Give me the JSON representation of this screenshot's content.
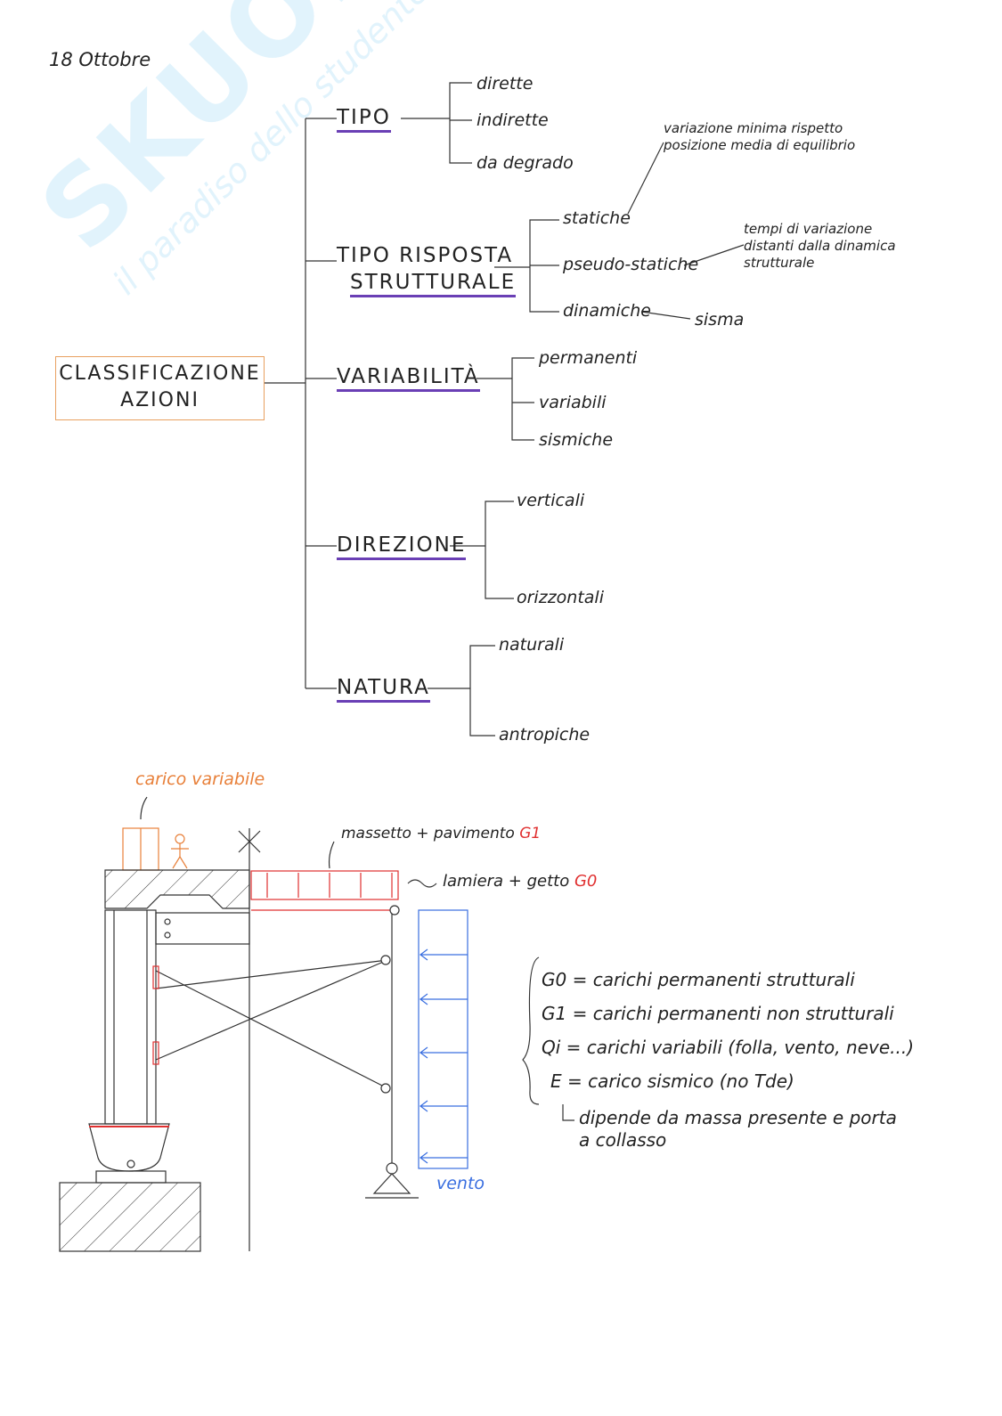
{
  "date": "18 Ottobre",
  "watermark": {
    "brand": "Skuola.net",
    "tagline": "il paradiso dello studente"
  },
  "root": {
    "line1": "CLASSIFICAZIONE",
    "line2": "AZIONI"
  },
  "branches": {
    "tipo": {
      "label": "TIPO",
      "items": [
        "dirette",
        "indirette",
        "da degrado"
      ]
    },
    "risposta": {
      "line1": "TIPO RISPOSTA",
      "line2": "STRUTTURALE",
      "items": [
        "statiche",
        "pseudo-statiche",
        "dinamiche"
      ],
      "note_statiche": [
        "variazione minima rispetto",
        "posizione media di equilibrio"
      ],
      "note_pseudo": [
        "tempi di variazione",
        "distanti dalla dinamica",
        "strutturale"
      ],
      "note_dinamiche": "sisma"
    },
    "variabilita": {
      "label": "VARIABILITÀ",
      "items": [
        "permanenti",
        "variabili",
        "sismiche"
      ]
    },
    "direzione": {
      "label": "DIREZIONE",
      "items": [
        "verticali",
        "orizzontali"
      ]
    },
    "natura": {
      "label": "NATURA",
      "items": [
        "naturali",
        "antropiche"
      ]
    }
  },
  "drawing": {
    "carico_variabile": "carico variabile",
    "massetto": "massetto + pavimento",
    "g1": "G1",
    "lamiera": "lamiera + getto",
    "g0": "G0",
    "vento": "vento"
  },
  "legend": [
    "G0 = carichi permanenti strutturali",
    "G1 = carichi permanenti non strutturali",
    "Qi = carichi variabili (folla, vento, neve...)",
    "E = carico sismico (no Tde)"
  ],
  "legend_note": [
    "dipende da massa presente e porta",
    "a collasso"
  ],
  "colors": {
    "underline": "#6a3fb5",
    "orange": "#e8803a",
    "red": "#e03030",
    "blue": "#3a6fe0"
  }
}
